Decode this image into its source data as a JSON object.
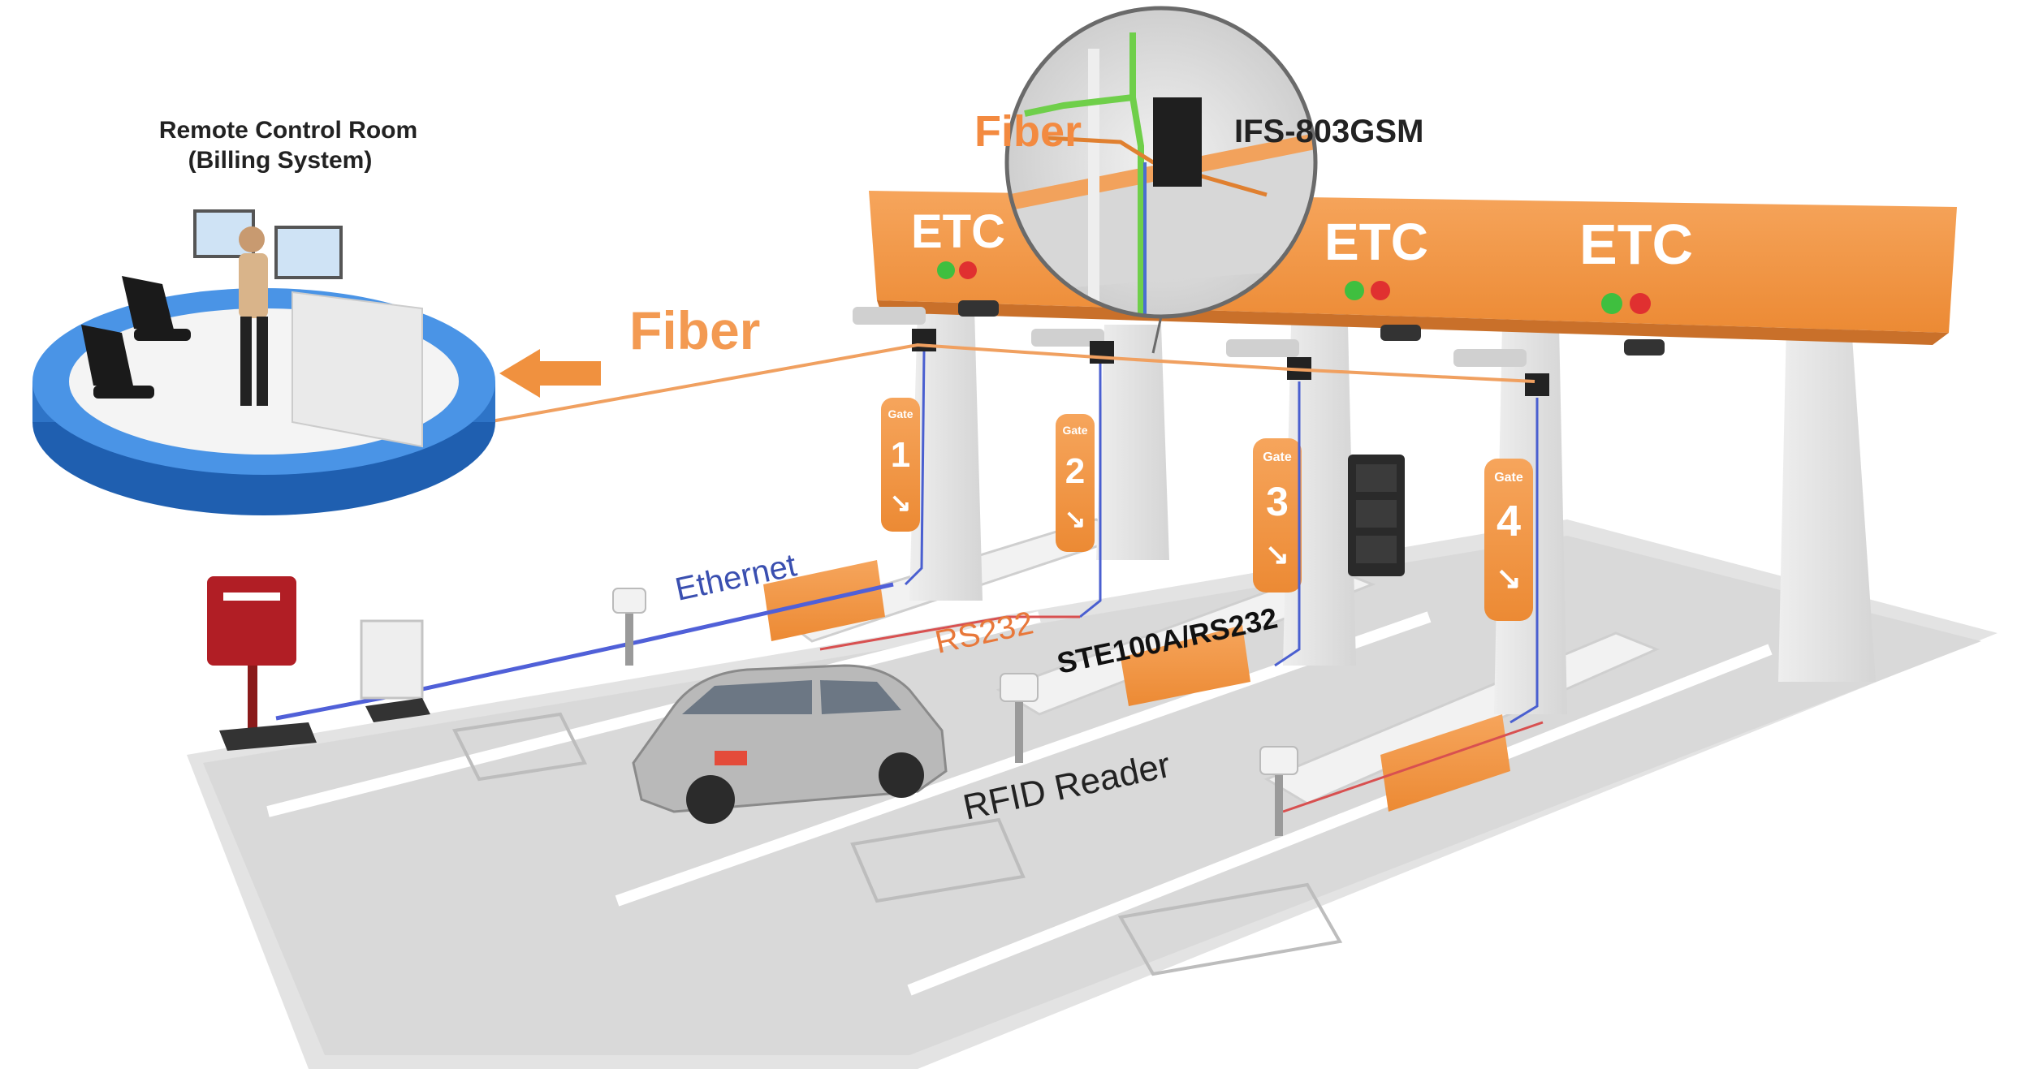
{
  "labels": {
    "control_room_line1": "Remote Control Room",
    "control_room_line2": "(Billing System)",
    "fiber_main": "Fiber",
    "fiber_zoom": "Fiber",
    "switch_model": "IFS-803GSM",
    "ethernet": "Ethernet",
    "rs232": "RS232",
    "ste100a": "STE100A/RS232",
    "rfid_reader": "RFID Reader"
  },
  "gantry": {
    "signs": [
      "ETC",
      "ETC",
      "ETC"
    ]
  },
  "lanes": [
    {
      "tag": "Gate",
      "number": "1"
    },
    {
      "tag": "Gate",
      "number": "2"
    },
    {
      "tag": "Gate",
      "number": "3"
    },
    {
      "tag": "Gate",
      "number": "4"
    }
  ],
  "colors": {
    "orange": "#f29446",
    "fiber_text": "#f39a52",
    "ethernet_text": "#3a4fb0",
    "rs232_text": "#e8783a",
    "platform_blue": "#3b82d9",
    "light_green": "#3fbf3f",
    "light_red": "#e03030"
  }
}
